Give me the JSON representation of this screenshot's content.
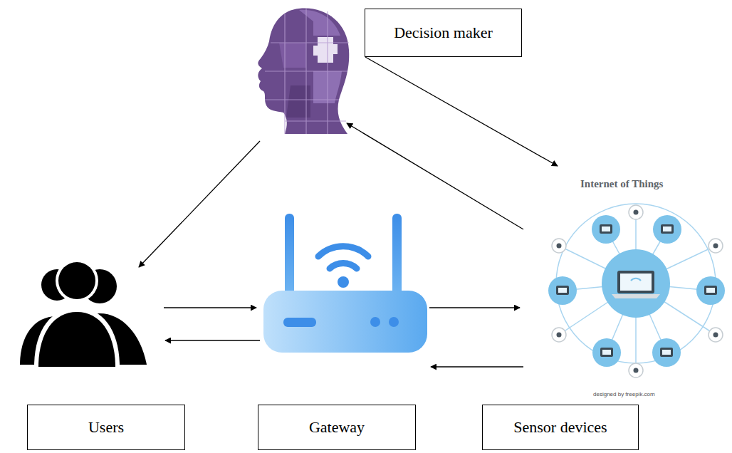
{
  "diagram": {
    "nodes": [
      {
        "text": [
          "Decision maker"
        ]
      },
      {
        "text": [
          "Users"
        ]
      },
      {
        "text": [
          "Gateway"
        ]
      },
      {
        "text": [
          "Sensor devices"
        ]
      }
    ],
    "edges": [
      {
        "from": 0,
        "to": 3,
        "arrow": "to"
      },
      {
        "from": 3,
        "to": 0,
        "arrow": "to"
      },
      {
        "from": 0,
        "to": 1,
        "arrow": "to"
      },
      {
        "from": 1,
        "to": 2,
        "arrow": "to"
      },
      {
        "from": 2,
        "to": 1,
        "arrow": "to"
      },
      {
        "from": 2,
        "to": 3,
        "arrow": "to"
      },
      {
        "from": 3,
        "to": 2,
        "arrow": "to"
      }
    ],
    "labels": [
      "Internet of Things",
      "designed by freepik.com"
    ]
  }
}
